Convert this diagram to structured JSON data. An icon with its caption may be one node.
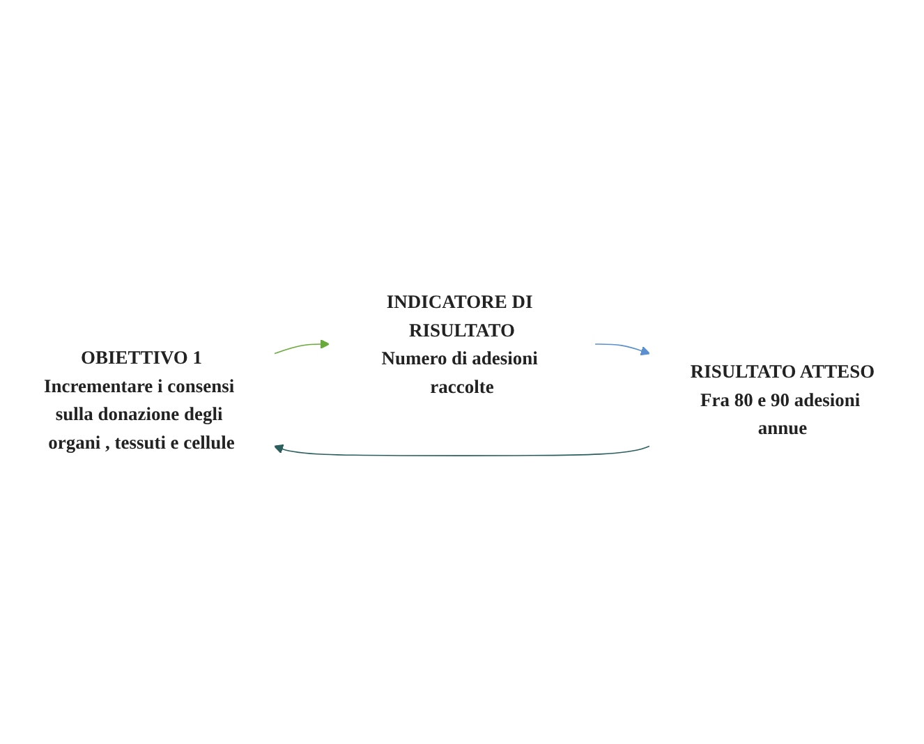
{
  "diagram": {
    "nodes": [
      {
        "text": [
          "OBIETTIVO 1",
          "Incrementare i consensi sulla donazione degli organi , tessuti e cellule"
        ]
      },
      {
        "text": [
          "INDICATORE DI RISULTATO",
          "Numero di adesioni raccolte"
        ]
      },
      {
        "text": [
          "RISULTATO ATTESO",
          "Fra 80 e 90 adesioni annue"
        ]
      }
    ],
    "edges": [
      {
        "from": 0,
        "to": 1,
        "arrow": "to",
        "color": "#6aaa3a"
      },
      {
        "from": 1,
        "to": 2,
        "arrow": "to",
        "color": "#5b8fd0"
      },
      {
        "from": 2,
        "to": 0,
        "arrow": "to",
        "color": "#2a5f5e"
      }
    ]
  }
}
